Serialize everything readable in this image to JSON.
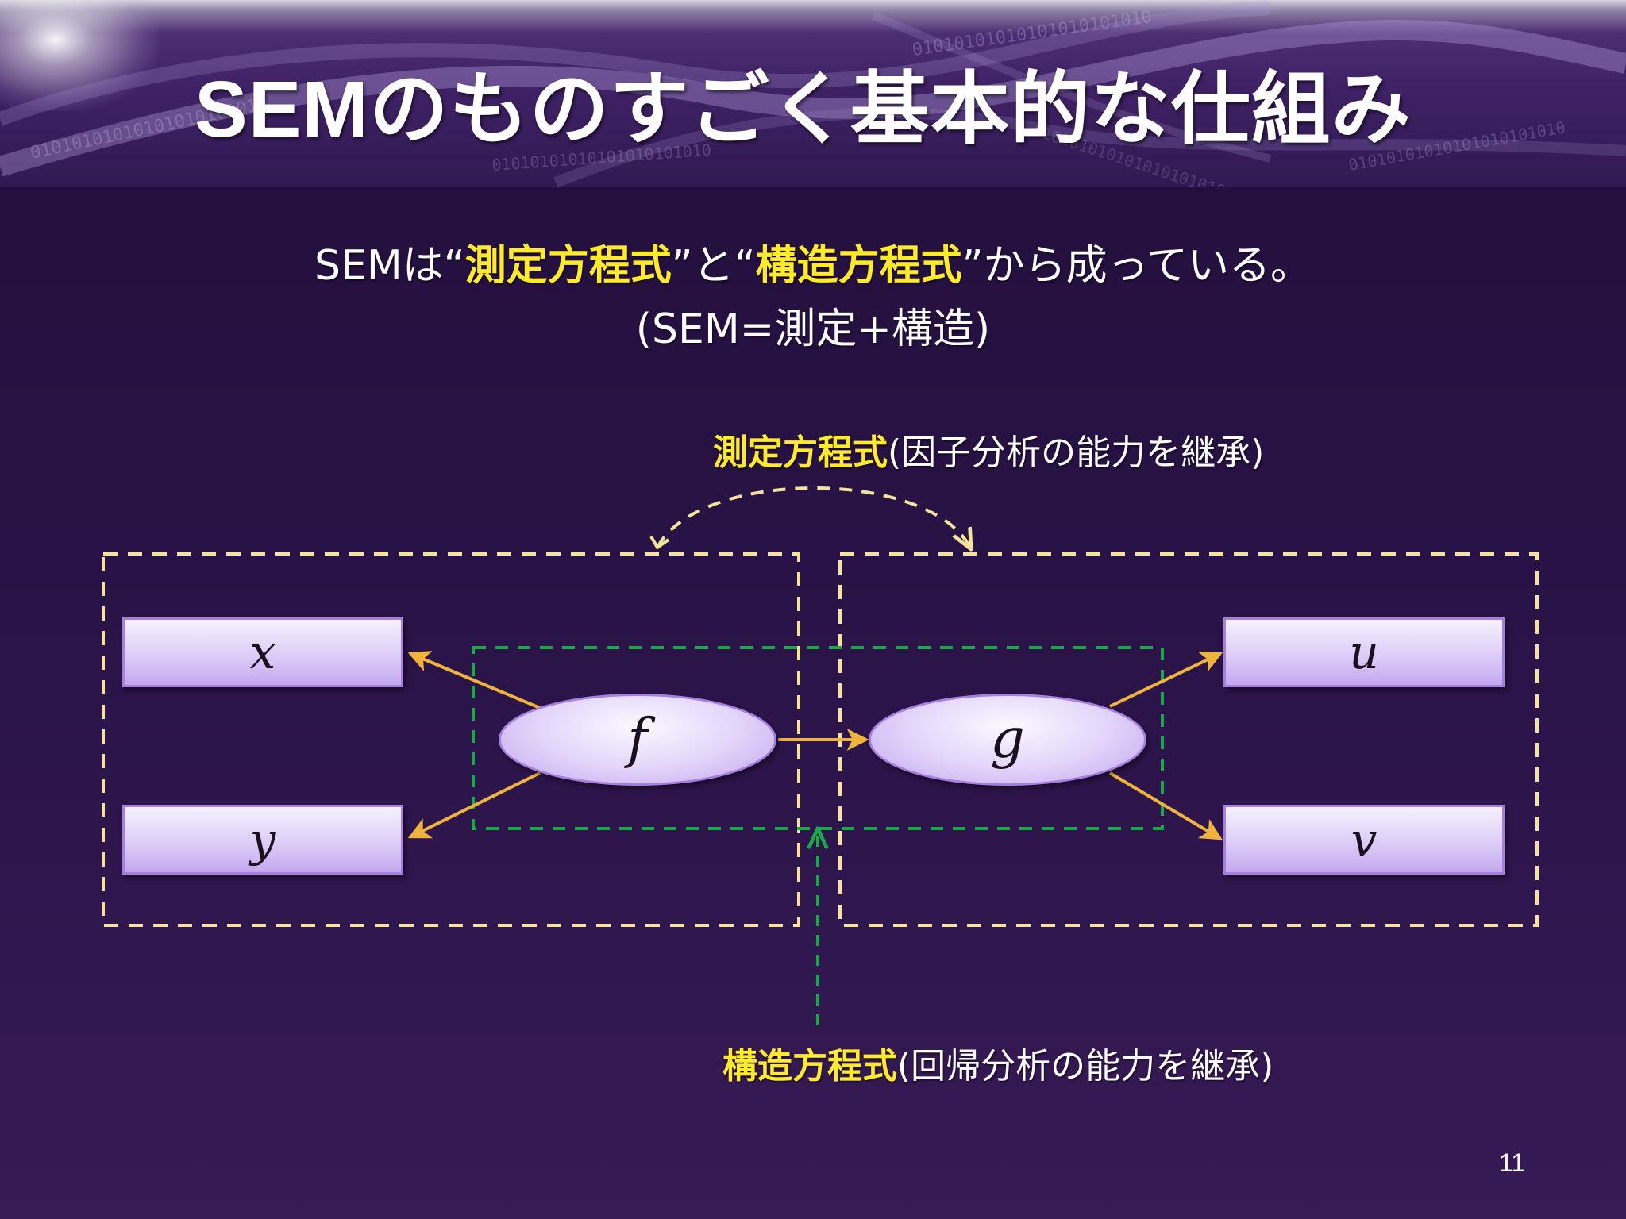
{
  "title": "SEMのものすごく基本的な仕組み",
  "header_pattern": "01010101010101010101010",
  "intro": {
    "line1_a": "SEMは“",
    "line1_b": "測定方程式",
    "line1_c": "”と“",
    "line1_d": "構造方程式",
    "line1_e": "”から成っている。",
    "line2": "(SEM=測定+構造)"
  },
  "measurement_label": {
    "highlight": "測定方程式",
    "rest": "(因子分析の能力を継承)"
  },
  "structural_label": {
    "highlight": "構造方程式",
    "rest": "(回帰分析の能力を継承)"
  },
  "nodes": {
    "x": "x",
    "y": "y",
    "u": "u",
    "v": "v",
    "f": "f",
    "g": "g"
  },
  "page_number": "11",
  "colors": {
    "highlight": "#ffeb2a",
    "measurement_box": "#f4e39a",
    "structural_box": "#1aa84a",
    "arrow": "#f0b43c"
  }
}
